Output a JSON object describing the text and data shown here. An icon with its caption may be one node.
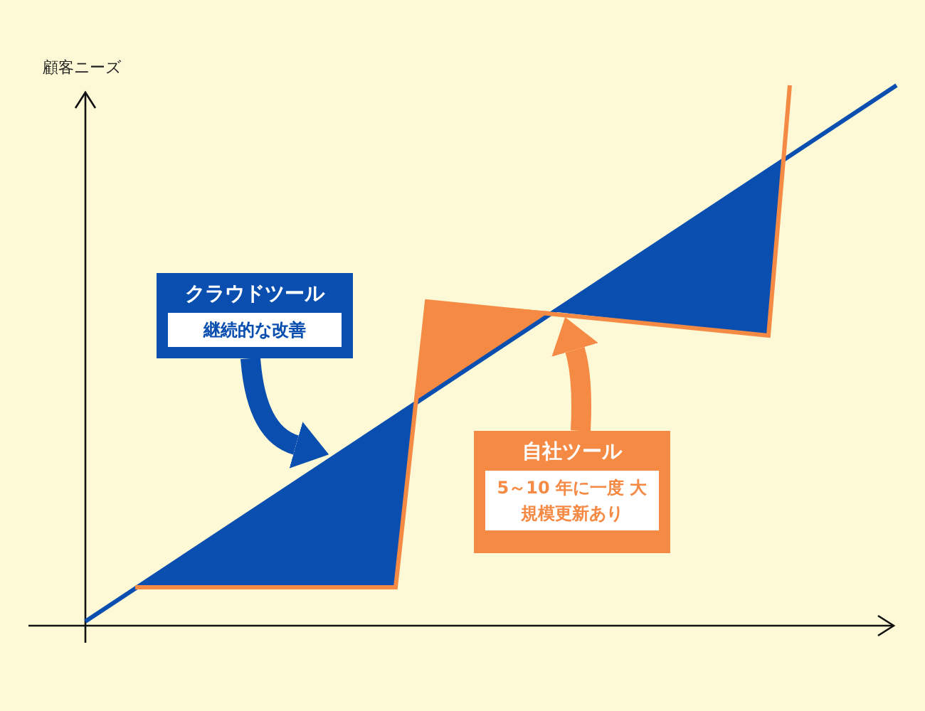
{
  "diagram": {
    "nodes": [
      {
        "text": [
          "クラウドツール",
          "継続的な改善"
        ]
      },
      {
        "text": [
          "自社ツール",
          "5～10 年に一度 大規模更新あり"
        ]
      },
      {
        "text": [],
        "shape": "triangle"
      },
      {
        "text": [],
        "shape": "triangle"
      },
      {
        "text": [],
        "shape": "triangle"
      }
    ],
    "edges": [
      {
        "from": 0,
        "to": 2,
        "arrow": "to",
        "color": "#0a4fb0"
      },
      {
        "from": 1,
        "to": 4,
        "arrow": "to",
        "color": "#f58a45"
      }
    ],
    "labels": [
      "顧客ニーズ"
    ]
  }
}
